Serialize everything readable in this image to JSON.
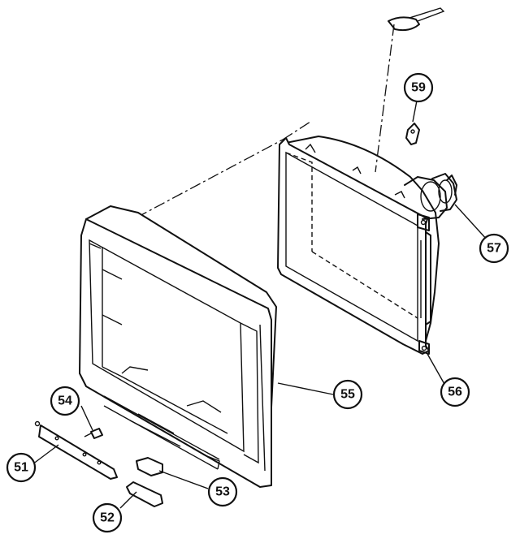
{
  "callouts": {
    "c51": "51",
    "c52": "52",
    "c53": "53",
    "c54": "54",
    "c55": "55",
    "c56": "56",
    "c57": "57",
    "c59": "59"
  }
}
